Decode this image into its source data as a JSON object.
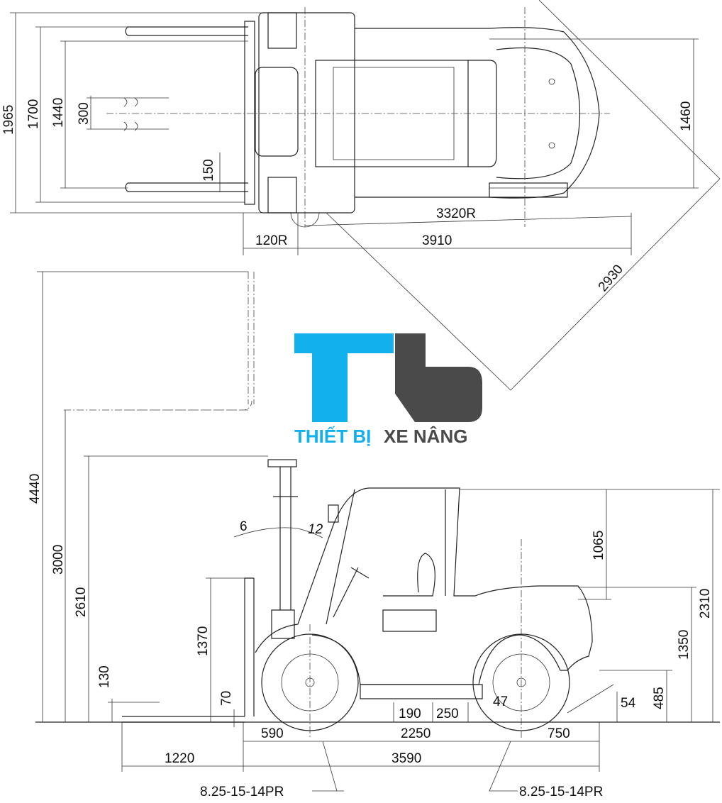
{
  "top_view": {
    "dims": {
      "overall_width": "1965",
      "fork_outer_width": "1700",
      "fork_spread": "1440",
      "fork_width": "300",
      "fork_thickness": "150",
      "tread_width": "1460",
      "turning_radius": "3320R",
      "inner_radius": "120R",
      "overall_length": "3910",
      "aisle_width": "2930"
    }
  },
  "side_view": {
    "dims": {
      "max_lift_height_overall": "4440",
      "max_lift_height": "3000",
      "mast_lowered_height": "2610",
      "fork_carriage_height": "1370",
      "free_lift": "130",
      "fork_thickness": "70",
      "tilt_forward": "6",
      "tilt_backward": "12",
      "seat_to_guard": "1065",
      "overhead_guard_height": "2310",
      "seat_height": "1350",
      "towing_pin_height": "485",
      "departure_angle": "54",
      "ground_clearance_angle": "47",
      "clearance_mast": "190",
      "clearance_center": "250",
      "front_overhang": "590",
      "wheelbase": "2250",
      "rear_overhang": "750",
      "fork_length": "1220",
      "length_to_fork_face": "3590",
      "front_tire": "8.25-15-14PR",
      "rear_tire": "8.25-15-14PR"
    }
  },
  "logo": {
    "text_blue": "THIẾT BỊ",
    "text_gray": "XE NÂNG",
    "colors": {
      "blue": "#12b0ec",
      "gray": "#4a4a4a"
    }
  }
}
